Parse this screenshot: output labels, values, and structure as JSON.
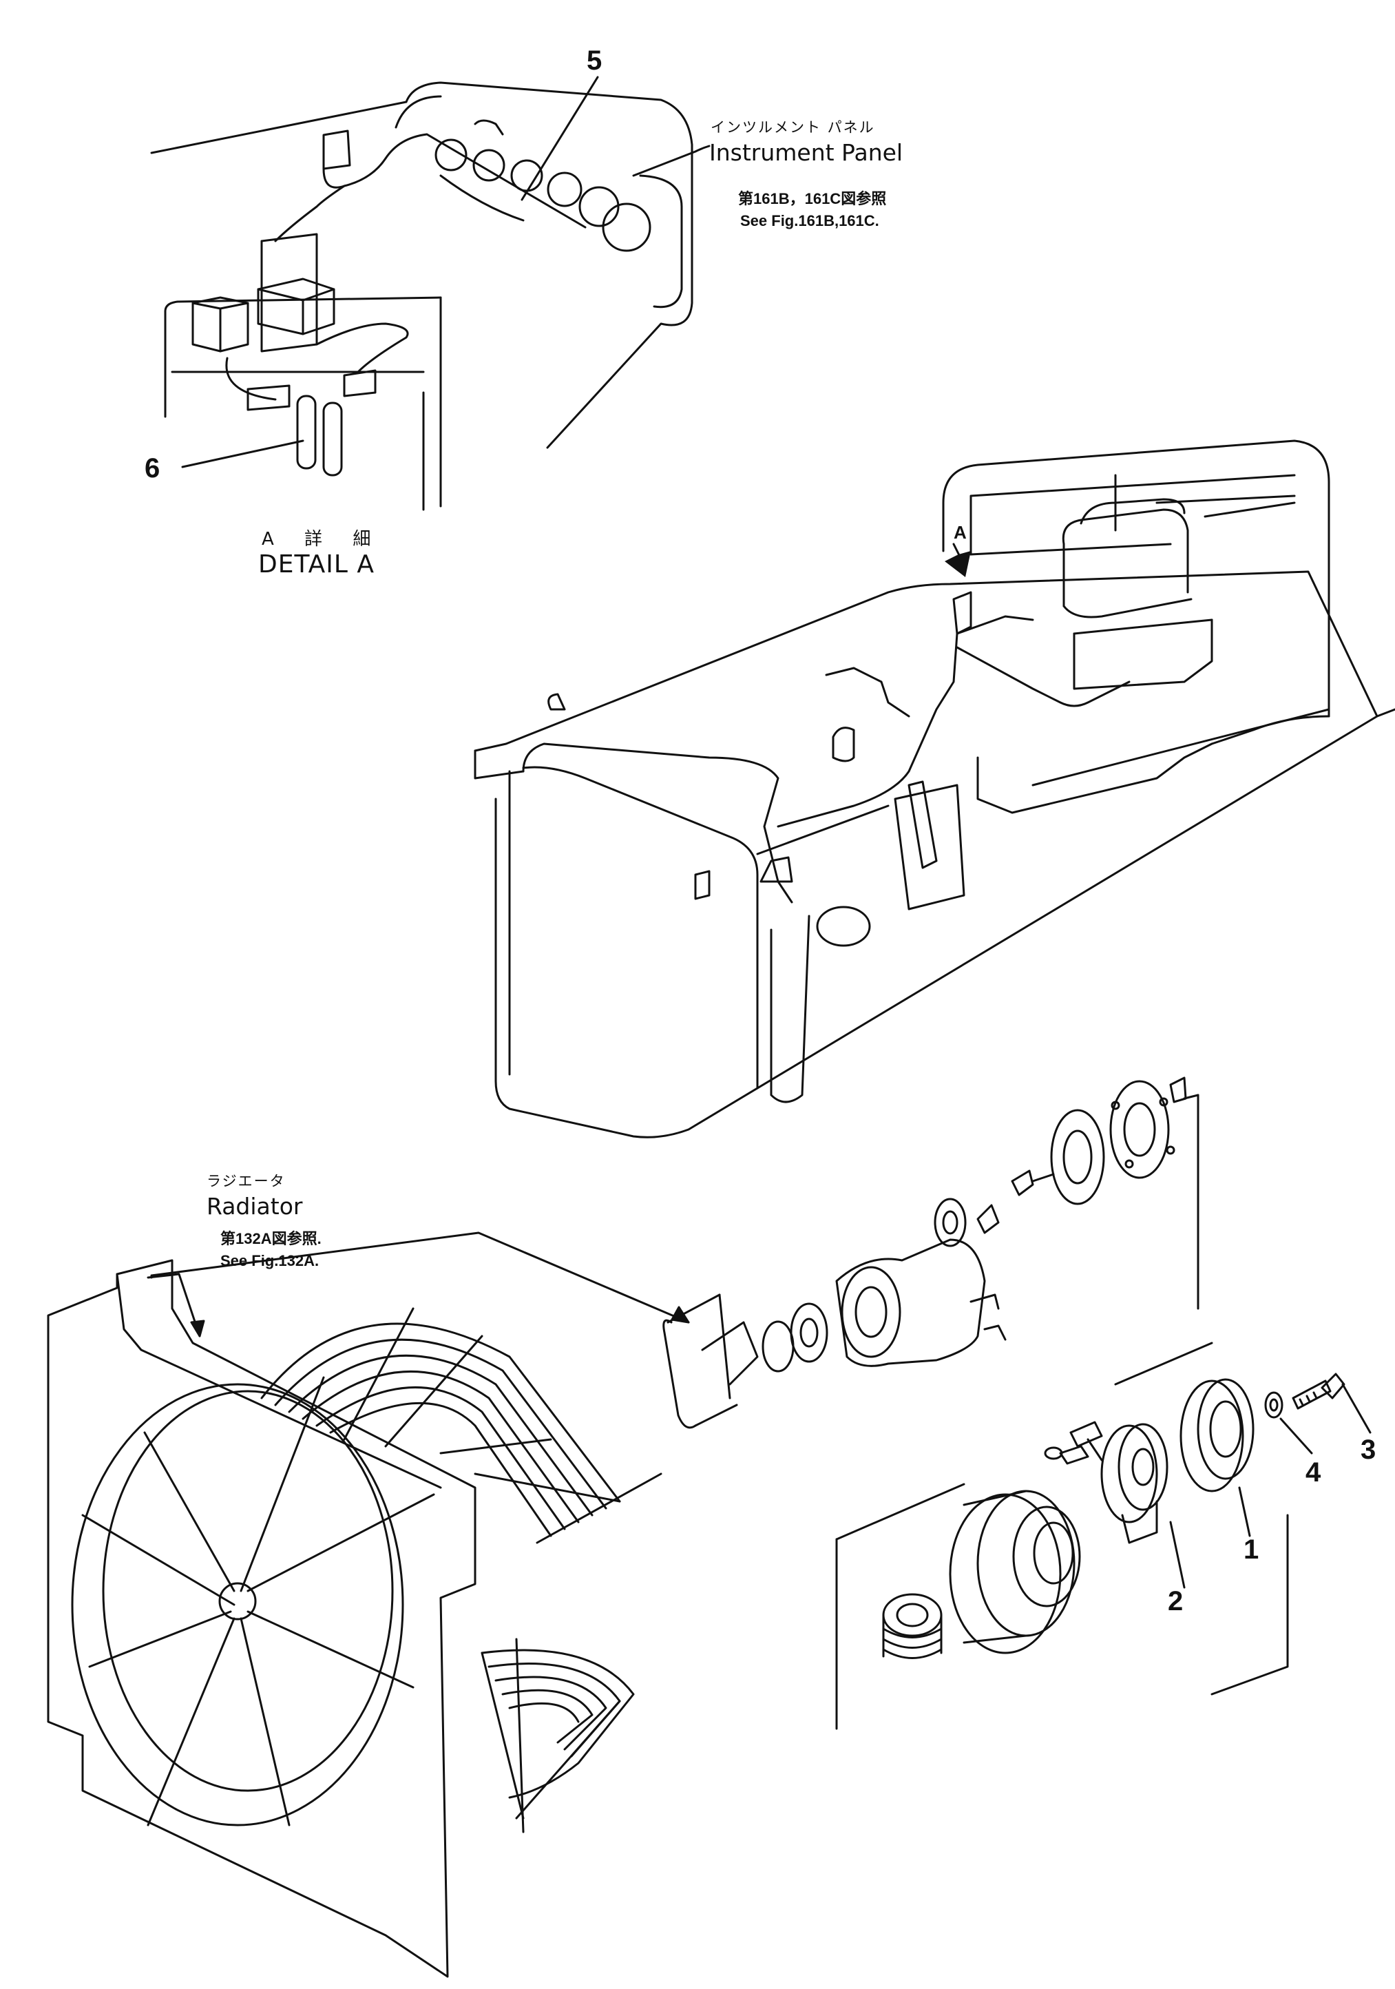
{
  "labels": {
    "instrument_panel_jp": "インツルメント パネル",
    "instrument_panel_en": "Instrument Panel",
    "instrument_panel_ref_jp": "第161B，161C図参照",
    "instrument_panel_ref_en": "See Fig.161B,161C.",
    "detail_jp": "A 詳 細",
    "detail_en": "DETAIL A",
    "view_arrow": "A",
    "radiator_jp": "ラジエータ",
    "radiator_en": "Radiator",
    "radiator_ref_jp": "第132A図参照.",
    "radiator_ref_en": "See Fig.132A."
  },
  "callouts": {
    "c1": "1",
    "c2": "2",
    "c3": "3",
    "c4": "4",
    "c5": "5",
    "c6": "6"
  },
  "colors": {
    "ink": "#111111",
    "paper": "#ffffff"
  }
}
